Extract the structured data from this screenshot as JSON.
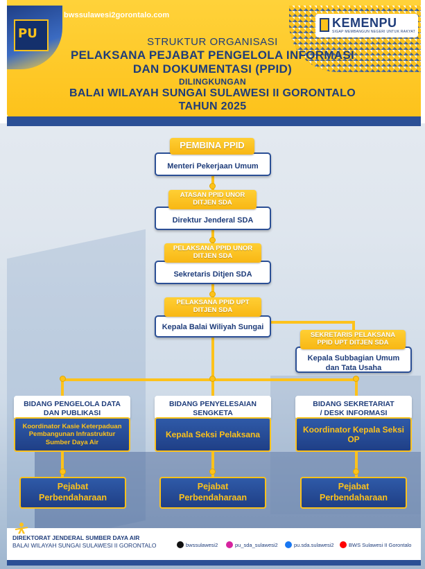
{
  "header": {
    "website": "bwssulawesi2gorontalo.com",
    "logo_main": "KEMENPU",
    "logo_sub": "SIGAP MEMBANGUN NEGERI UNTUK RAKYAT",
    "photo_badge": "PU",
    "title_line1": "STRUKTUR ORGANISASI",
    "title_line2": "PELAKSANA PEJABAT PENGELOLA INFORMASI",
    "title_line3": "DAN DOKUMENTASI (PPID)",
    "title_line4": "DILINGKUNGAN",
    "title_line5": "BALAI WILAYAH SUNGAI SULAWESI II GORONTALO",
    "title_line6": "TAHUN 2025"
  },
  "chain": [
    {
      "role": "PEMBINA PPID",
      "holder": "Menteri Pekerjaan Umum"
    },
    {
      "role_line1": "ATASAN PPID UNOR",
      "role_line2": "DITJEN SDA",
      "holder": "Direktur Jenderal SDA"
    },
    {
      "role_line1": "PELAKSANA PPID UNOR",
      "role_line2": "DITJEN SDA",
      "holder": "Sekretaris Ditjen SDA"
    },
    {
      "role_line1": "PELAKSANA PPID UPT",
      "role_line2": "DITJEN SDA",
      "holder": "Kepala Balai Wiliyah Sungai"
    }
  ],
  "secretary": {
    "role_line1": "SEKRETARIS PELAKSANA",
    "role_line2": "PPID UPT DITJEN SDA",
    "holder_line1": "Kepala Subbagian Umum",
    "holder_line2": "dan Tata Usaha"
  },
  "columns": [
    {
      "head_line1": "BIDANG PENGELOLA DATA",
      "head_line2": "DAN PUBLIKASI",
      "body": "Koordinator Kasie Keterpaduan Pembangunan Infrastruktur Sumber Daya Air",
      "pejabat_line1": "Pejabat",
      "pejabat_line2": "Perbendaharaan"
    },
    {
      "head_line1": "BIDANG PENYELESAIAN",
      "head_line2": "SENGKETA",
      "body": "Kepala Seksi Pelaksana",
      "pejabat_line1": "Pejabat",
      "pejabat_line2": "Perbendaharaan"
    },
    {
      "head_line1": "BIDANG SEKRETARIAT",
      "head_line2": "/ DESK INFORMASI",
      "body": "Koordinator Kepala Seksi OP",
      "pejabat_line1": "Pejabat",
      "pejabat_line2": "Perbendaharaan"
    }
  ],
  "footer": {
    "org_line1": "DIREKTORAT JENDERAL SUMBER DAYA AIR",
    "org_line2": "BALAI WILAYAH SUNGAI SULAWESI II GORONTALO",
    "social": [
      {
        "icon": "tiktok-icon",
        "label": "bwssulawesi2",
        "color": "#111111"
      },
      {
        "icon": "instagram-icon",
        "label": "pu_sda_sulawesi2",
        "color": "#d6249f"
      },
      {
        "icon": "facebook-icon",
        "label": "pu.sda.sulawesi2",
        "color": "#1877f2"
      },
      {
        "icon": "youtube-icon",
        "label": "BWS Sulawesi II Gorontalo",
        "color": "#ff0000"
      }
    ]
  },
  "colors": {
    "navy": "#1e3c7a",
    "blue": "#2b4f95",
    "yellow": "#fdc21b"
  }
}
